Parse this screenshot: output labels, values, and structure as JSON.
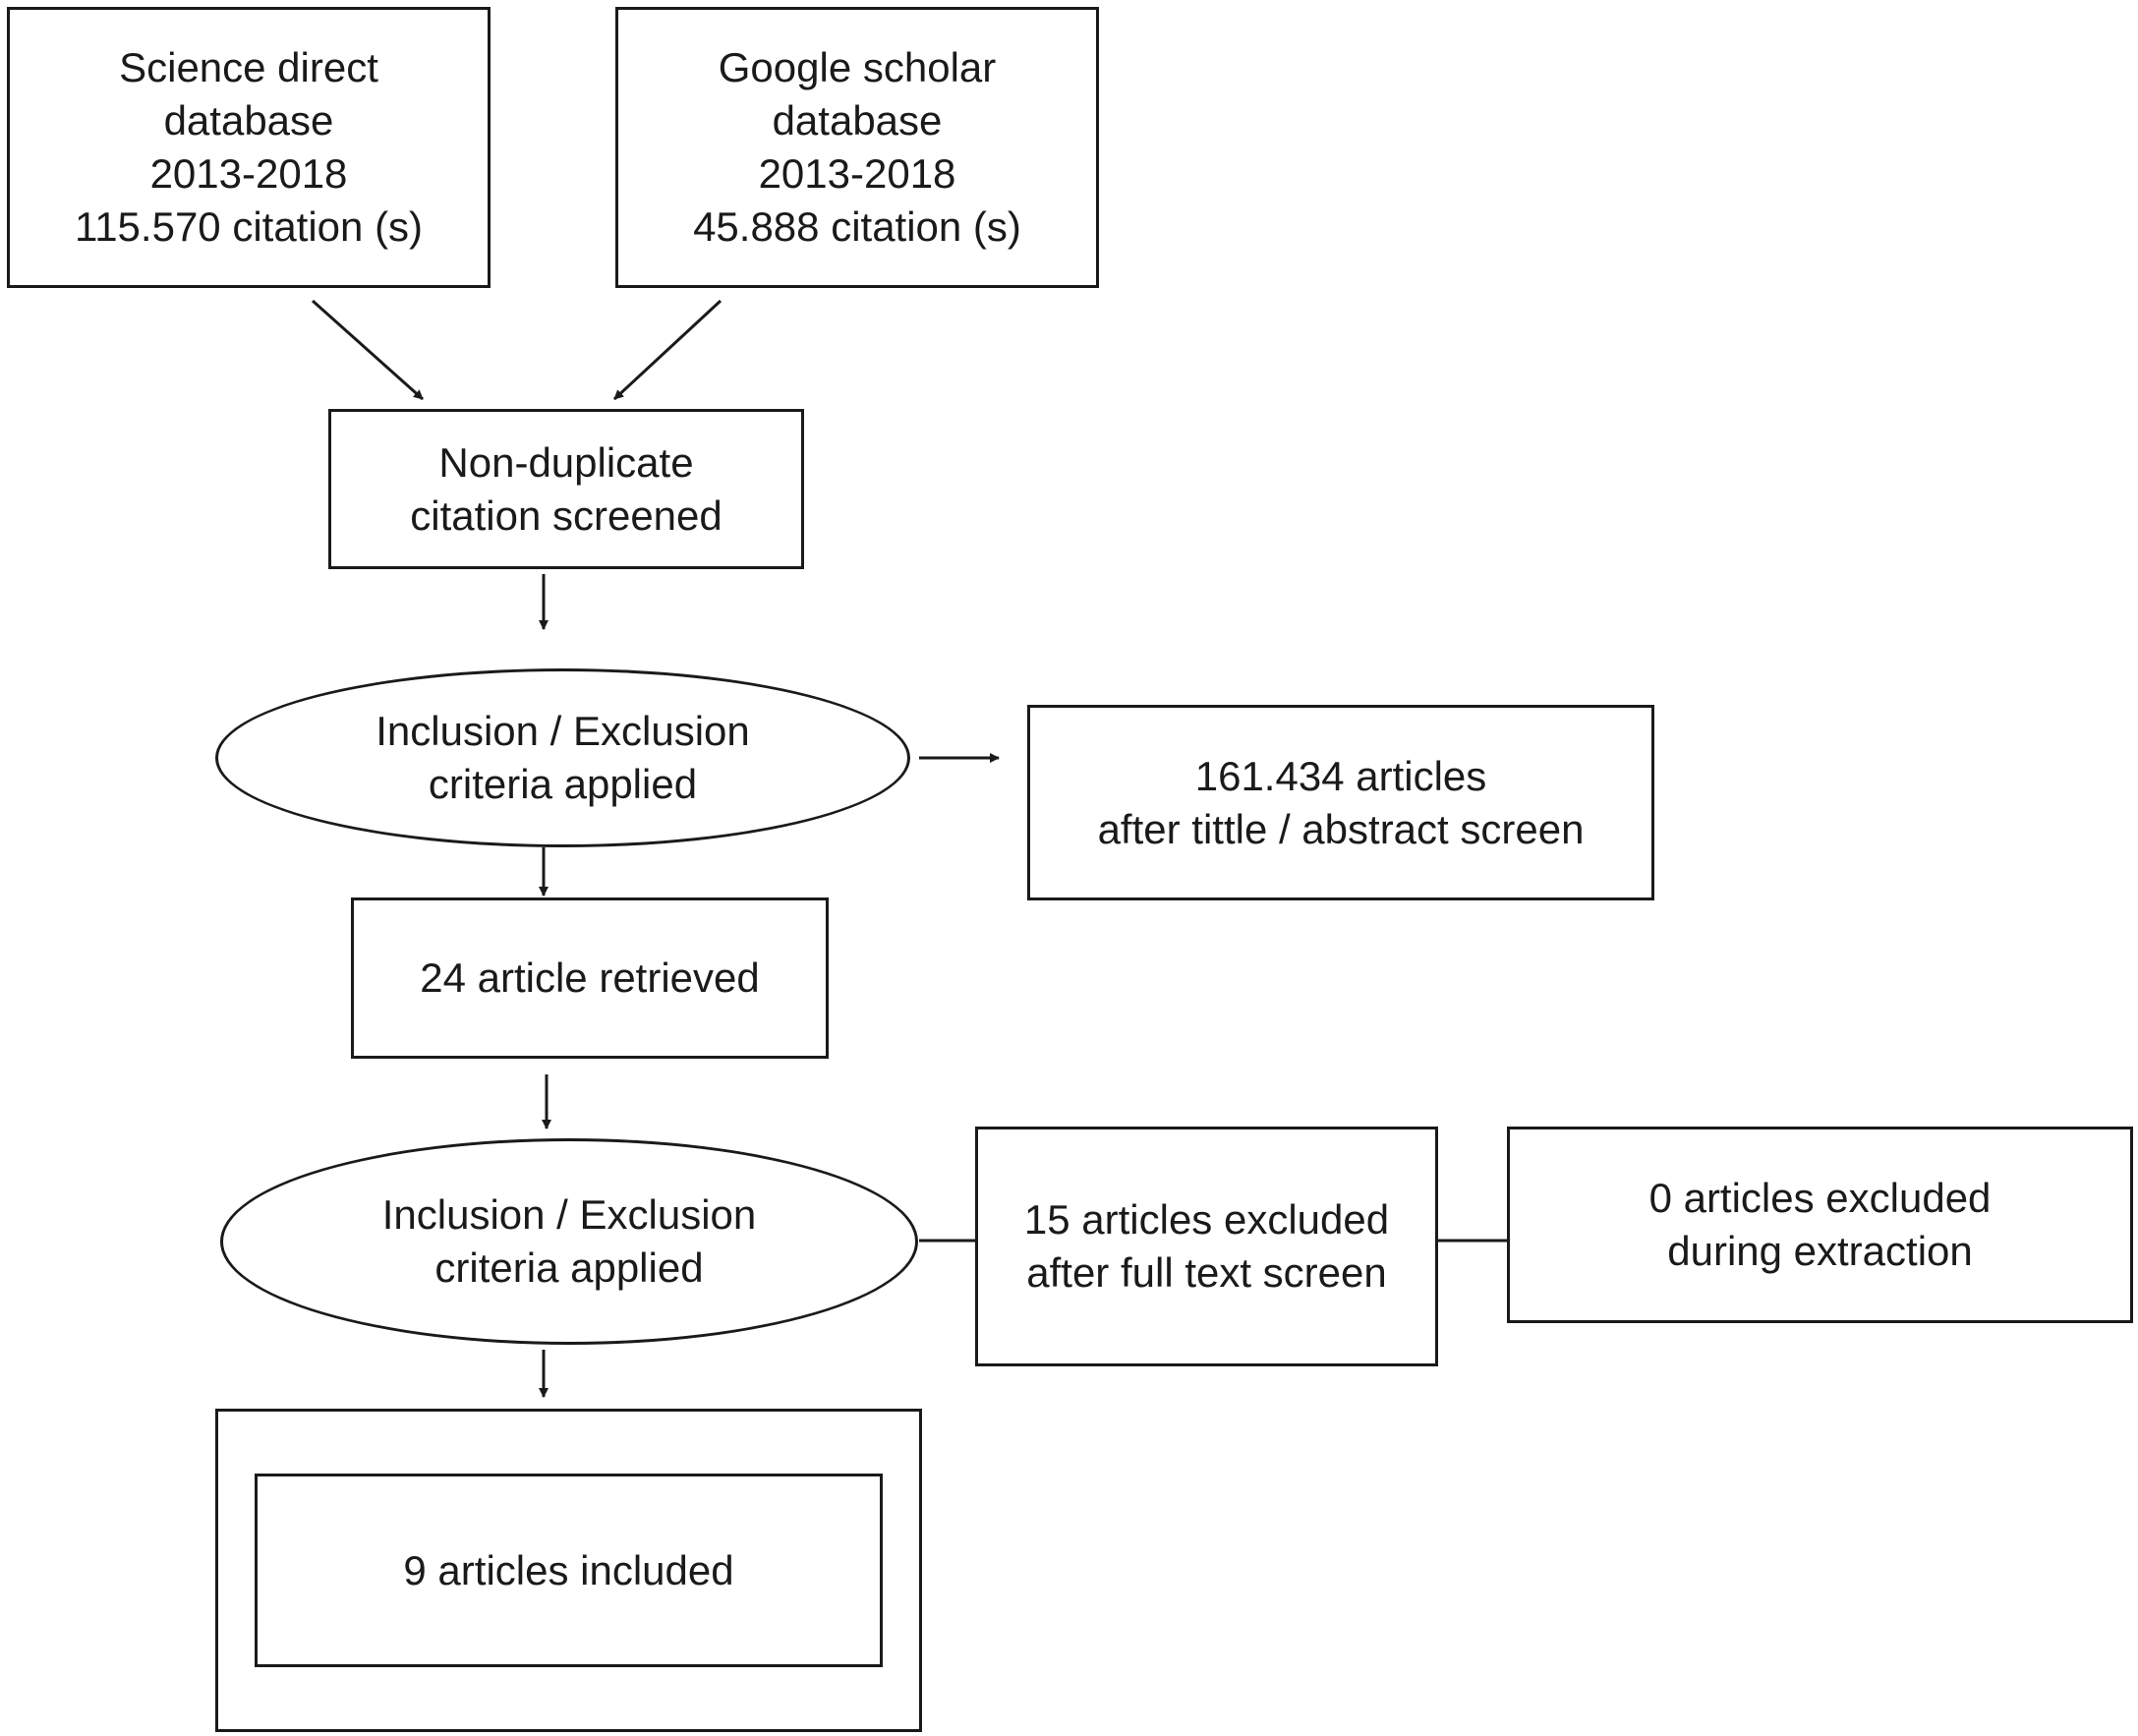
{
  "nodes": {
    "science_direct": {
      "lines": [
        "Science direct",
        "database",
        "2013-2018",
        "115.570 citation (s)"
      ]
    },
    "google_scholar": {
      "lines": [
        "Google scholar",
        "database",
        "2013-2018",
        "45.888 citation (s)"
      ]
    },
    "non_duplicate": {
      "lines": [
        "Non-duplicate",
        "citation screened"
      ]
    },
    "criteria_1": {
      "lines": [
        "Inclusion / Exclusion",
        "criteria applied"
      ]
    },
    "after_title_abstract": {
      "lines": [
        "161.434 articles",
        "after tittle / abstract screen"
      ]
    },
    "retrieved": {
      "lines": [
        "24 article retrieved"
      ]
    },
    "criteria_2": {
      "lines": [
        "Inclusion / Exclusion",
        "criteria applied"
      ]
    },
    "excluded_full_text": {
      "lines": [
        "15 articles excluded",
        "after full text screen"
      ]
    },
    "excluded_extraction": {
      "lines": [
        "0 articles excluded",
        "during extraction"
      ]
    },
    "included": {
      "lines": [
        "9 articles included"
      ]
    }
  }
}
